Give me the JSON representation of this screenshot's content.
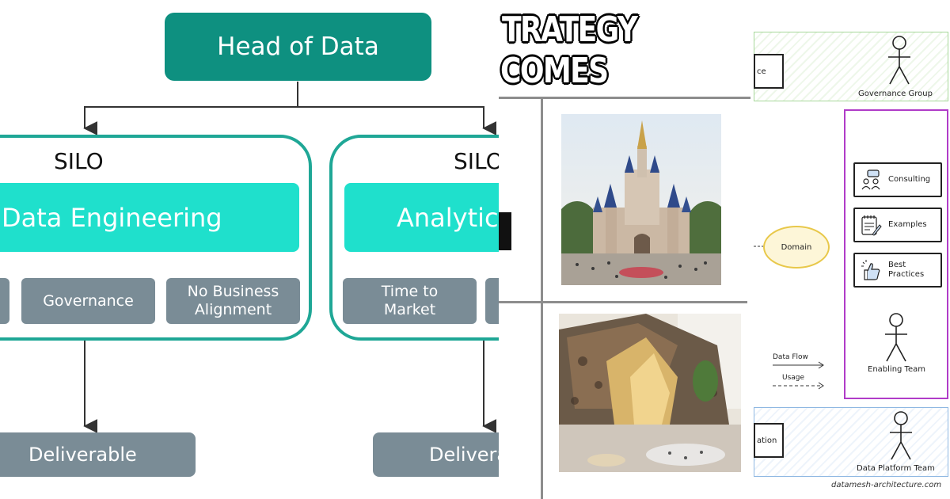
{
  "org_chart": {
    "head": "Head of Data",
    "silos": [
      {
        "title": "SILO",
        "team": "Data Engineering",
        "issues": [
          "",
          "Governance",
          "No Business Alignment"
        ],
        "deliverable": "Deliverable"
      },
      {
        "title": "SILO",
        "team": "Analytics",
        "issues": [
          "Time to Market",
          ""
        ],
        "deliverable": "Deliverable"
      }
    ],
    "colors": {
      "head": "#0e9080",
      "frame": "#1fa796",
      "team": "#1fe0cc",
      "chip": "#7a8c96"
    }
  },
  "strategy_meme": {
    "line1": "TRATEGY",
    "line2": "COMES"
  },
  "data_mesh": {
    "governance_box_label": "ce",
    "governance_role": "Governance Group",
    "enabling_services": [
      {
        "label": "Consulting",
        "icon": "consulting-icon"
      },
      {
        "label": "Examples",
        "icon": "notepad-icon"
      },
      {
        "label": "Best Practices",
        "icon": "thumbs-up-icon"
      }
    ],
    "enabling_role": "Enabling Team",
    "domain": "Domain",
    "legend": {
      "data_flow": "Data Flow",
      "usage": "Usage"
    },
    "platform_box_label": "ation",
    "platform_role": "Data Platform Team",
    "credit": "datamesh-architecture.com",
    "colors": {
      "governance": "#a7d89a",
      "enabling": "#b03cc8",
      "platform": "#8fb8e2",
      "domain": "#e8c84a"
    }
  }
}
